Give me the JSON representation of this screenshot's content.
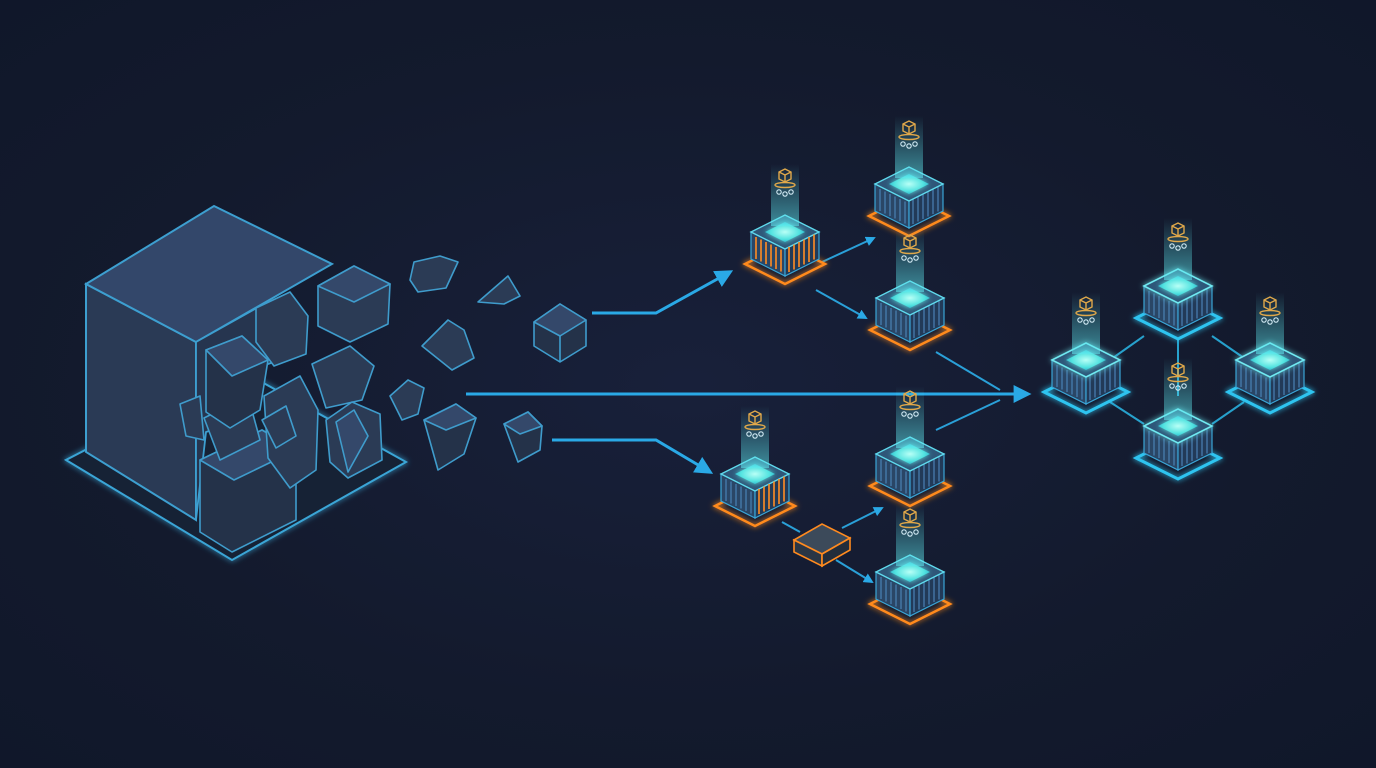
{
  "colors": {
    "background": "#141a2e",
    "monolith_outline": "#3d9fd0",
    "arrow": "#2aa9e6",
    "service_glow": "#6ff2ea",
    "service_body": "#2d4a6b",
    "accent_orange": "#ff8a1f",
    "mesh_glow": "#2ec4f0",
    "chef_icon": "#d9a441"
  },
  "diagram": {
    "monolith": {
      "icon": "fractured-cube-icon"
    },
    "fragments": {
      "count": 12,
      "icon": "cube-fragment-icon"
    },
    "upper_cluster": {
      "services": [
        {
          "id": "u-root",
          "accent": "orange",
          "stripes": "orange"
        },
        {
          "id": "u-top",
          "accent": "orange",
          "stripes": "blue"
        },
        {
          "id": "u-mid",
          "accent": "orange",
          "stripes": "blue"
        }
      ]
    },
    "lower_cluster": {
      "services": [
        {
          "id": "l-root",
          "accent": "orange",
          "stripes": "mixed"
        },
        {
          "id": "l-top",
          "accent": "orange",
          "stripes": "blue"
        },
        {
          "id": "l-bottom",
          "accent": "orange",
          "stripes": "blue"
        }
      ],
      "router": {
        "icon": "router-box-icon"
      }
    },
    "mesh": {
      "services": [
        {
          "id": "m-top"
        },
        {
          "id": "m-left"
        },
        {
          "id": "m-right"
        },
        {
          "id": "m-bottom"
        }
      ],
      "link_icon": "mesh-link"
    },
    "service_icon": "chef-hat-cube-icon"
  }
}
